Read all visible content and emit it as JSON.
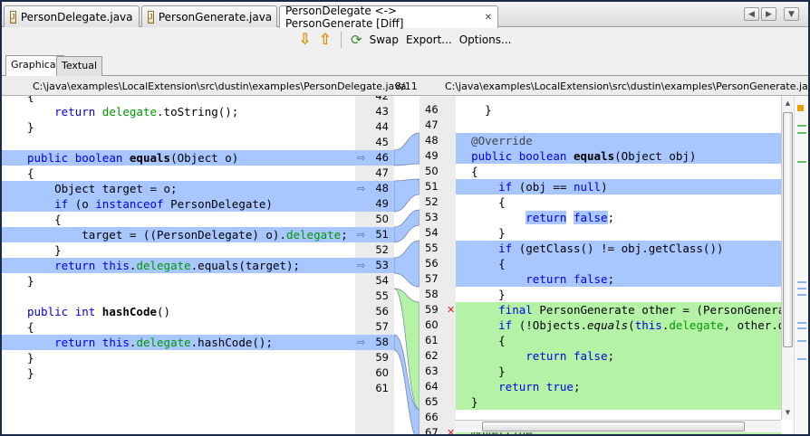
{
  "tabs": [
    {
      "label": "PersonDelegate.java",
      "icon": "java-file-icon",
      "active": false
    },
    {
      "label": "PersonGenerate.java",
      "icon": "java-file-icon",
      "active": false
    },
    {
      "label": "PersonDelegate <-> PersonGenerate [Diff]",
      "icon": "",
      "active": true
    }
  ],
  "toolbar": {
    "prev_icon": "arrow-down-icon",
    "next_icon": "arrow-up-icon",
    "swap_label": "Swap",
    "export_label": "Export...",
    "options_label": "Options..."
  },
  "mode_tabs": {
    "graphical": "Graphical",
    "textual": "Textual"
  },
  "paths": {
    "left": "C:\\java\\examples\\LocalExtension\\src\\dustin\\examples\\PersonDelegate.java",
    "right": "C:\\java\\examples\\LocalExtension\\src\\dustin\\examples\\PersonGenerate.java",
    "counter": "8/11"
  },
  "colors": {
    "changed": "#a8c6ff",
    "added": "#b4f2a6",
    "gutter": "#ececec"
  },
  "left_lines": [
    {
      "n": "42",
      "t": [
        [
          "{",
          ""
        ]
      ],
      "hl": ""
    },
    {
      "n": "43",
      "t": [
        [
          "    ",
          ""
        ],
        [
          "return",
          "kw"
        ],
        [
          " ",
          ""
        ],
        [
          "delegate",
          "fld"
        ],
        [
          ".toString();",
          ""
        ]
      ],
      "hl": ""
    },
    {
      "n": "44",
      "t": [
        [
          "}",
          ""
        ]
      ],
      "hl": ""
    },
    {
      "n": "45",
      "t": [
        [
          "",
          ""
        ]
      ],
      "hl": ""
    },
    {
      "n": "46",
      "t": [
        [
          "public",
          "kw"
        ],
        [
          " ",
          ""
        ],
        [
          "boolean",
          "kw"
        ],
        [
          " ",
          ""
        ],
        [
          "equals",
          "bold"
        ],
        [
          "(Object o)",
          ""
        ]
      ],
      "hl": "changed",
      "mark": true
    },
    {
      "n": "47",
      "t": [
        [
          "{",
          ""
        ]
      ],
      "hl": ""
    },
    {
      "n": "48",
      "t": [
        [
          "    Object target = o;",
          ""
        ]
      ],
      "hl": "changed",
      "mark": true
    },
    {
      "n": "49",
      "t": [
        [
          "    ",
          ""
        ],
        [
          "if",
          "kw"
        ],
        [
          " (o ",
          ""
        ],
        [
          "instanceof",
          "kw"
        ],
        [
          " PersonDelegate)",
          ""
        ]
      ],
      "hl": "changed"
    },
    {
      "n": "50",
      "t": [
        [
          "    {",
          ""
        ]
      ],
      "hl": ""
    },
    {
      "n": "51",
      "t": [
        [
          "        target = ((PersonDelegate) o).",
          ""
        ],
        [
          "delegate",
          "fld"
        ],
        [
          ";",
          ""
        ]
      ],
      "hl": "changed",
      "mark": true
    },
    {
      "n": "52",
      "t": [
        [
          "    }",
          ""
        ]
      ],
      "hl": ""
    },
    {
      "n": "53",
      "t": [
        [
          "    ",
          ""
        ],
        [
          "return",
          "kw"
        ],
        [
          " ",
          ""
        ],
        [
          "this",
          "kw"
        ],
        [
          ".",
          ""
        ],
        [
          "delegate",
          "fld"
        ],
        [
          ".equals(target);",
          ""
        ]
      ],
      "hl": "changed",
      "mark": true
    },
    {
      "n": "54",
      "t": [
        [
          "}",
          ""
        ]
      ],
      "hl": ""
    },
    {
      "n": "55",
      "t": [
        [
          "",
          ""
        ]
      ],
      "hl": ""
    },
    {
      "n": "56",
      "t": [
        [
          "public",
          "kw"
        ],
        [
          " ",
          ""
        ],
        [
          "int",
          "kw"
        ],
        [
          " ",
          ""
        ],
        [
          "hashCode",
          "bold"
        ],
        [
          "()",
          ""
        ]
      ],
      "hl": ""
    },
    {
      "n": "57",
      "t": [
        [
          "{",
          ""
        ]
      ],
      "hl": ""
    },
    {
      "n": "58",
      "t": [
        [
          "    ",
          ""
        ],
        [
          "return",
          "kw"
        ],
        [
          " ",
          ""
        ],
        [
          "this",
          "kw"
        ],
        [
          ".",
          ""
        ],
        [
          "delegate",
          "fld"
        ],
        [
          ".hashCode();",
          ""
        ]
      ],
      "hl": "changed",
      "mark": true
    },
    {
      "n": "59",
      "t": [
        [
          "}",
          ""
        ]
      ],
      "hl": ""
    },
    {
      "n": "60",
      "t": [
        [
          "}",
          ""
        ]
      ],
      "hl": ""
    },
    {
      "n": "61",
      "t": [
        [
          "",
          ""
        ]
      ],
      "hl": ""
    }
  ],
  "right_lines": [
    {
      "n": "46",
      "t": [
        [
          "    }",
          ""
        ]
      ],
      "hl": ""
    },
    {
      "n": "47",
      "t": [
        [
          "",
          ""
        ]
      ],
      "hl": ""
    },
    {
      "n": "48",
      "t": [
        [
          "  @Override",
          "ann"
        ]
      ],
      "hl": "changed"
    },
    {
      "n": "49",
      "t": [
        [
          "  ",
          ""
        ],
        [
          "public",
          "kw"
        ],
        [
          " ",
          ""
        ],
        [
          "boolean",
          "kw"
        ],
        [
          " ",
          ""
        ],
        [
          "equals",
          "bold"
        ],
        [
          "(Object obj)",
          ""
        ]
      ],
      "hl": "changed"
    },
    {
      "n": "50",
      "t": [
        [
          "  {",
          ""
        ]
      ],
      "hl": ""
    },
    {
      "n": "51",
      "t": [
        [
          "      ",
          ""
        ],
        [
          "if",
          "kw"
        ],
        [
          " (obj == ",
          ""
        ],
        [
          "null",
          "kw"
        ],
        [
          ")",
          ""
        ]
      ],
      "hl": "changed"
    },
    {
      "n": "52",
      "t": [
        [
          "      {",
          ""
        ]
      ],
      "hl": ""
    },
    {
      "n": "53",
      "t": [
        [
          "          ",
          ""
        ],
        [
          "return",
          "kw"
        ],
        [
          " ",
          ""
        ],
        [
          "false",
          "kw"
        ],
        [
          ";",
          ""
        ]
      ],
      "hl": "changed-inline"
    },
    {
      "n": "54",
      "t": [
        [
          "      }",
          ""
        ]
      ],
      "hl": ""
    },
    {
      "n": "55",
      "t": [
        [
          "      ",
          ""
        ],
        [
          "if",
          "kw"
        ],
        [
          " (getClass() != obj.getClass())",
          ""
        ]
      ],
      "hl": "changed"
    },
    {
      "n": "56",
      "t": [
        [
          "      {",
          ""
        ]
      ],
      "hl": "changed"
    },
    {
      "n": "57",
      "t": [
        [
          "          ",
          ""
        ],
        [
          "return",
          "kw"
        ],
        [
          " ",
          ""
        ],
        [
          "false",
          "kw"
        ],
        [
          ";",
          ""
        ]
      ],
      "hl": "changed"
    },
    {
      "n": "58",
      "t": [
        [
          "      }",
          ""
        ]
      ],
      "hl": ""
    },
    {
      "n": "59",
      "t": [
        [
          "      ",
          ""
        ],
        [
          "final",
          "kw"
        ],
        [
          " PersonGenerate other = (PersonGenerate) obj;",
          ""
        ]
      ],
      "hl": "added",
      "x": true
    },
    {
      "n": "60",
      "t": [
        [
          "      ",
          ""
        ],
        [
          "if",
          "kw"
        ],
        [
          " (!Objects.",
          ""
        ],
        [
          "equals",
          "it"
        ],
        [
          "(",
          ""
        ],
        [
          "this",
          "kw"
        ],
        [
          ".",
          ""
        ],
        [
          "delegate",
          "fld"
        ],
        [
          ", other.delegate))",
          ""
        ]
      ],
      "hl": "added"
    },
    {
      "n": "61",
      "t": [
        [
          "      {",
          ""
        ]
      ],
      "hl": "added"
    },
    {
      "n": "62",
      "t": [
        [
          "          ",
          ""
        ],
        [
          "return",
          "kw"
        ],
        [
          " ",
          ""
        ],
        [
          "false",
          "kw"
        ],
        [
          ";",
          ""
        ]
      ],
      "hl": "added"
    },
    {
      "n": "63",
      "t": [
        [
          "      }",
          ""
        ]
      ],
      "hl": "added"
    },
    {
      "n": "64",
      "t": [
        [
          "      ",
          ""
        ],
        [
          "return",
          "kw"
        ],
        [
          " ",
          ""
        ],
        [
          "true",
          "kw"
        ],
        [
          ";",
          ""
        ]
      ],
      "hl": "added"
    },
    {
      "n": "65",
      "t": [
        [
          "  }",
          ""
        ]
      ],
      "hl": "added"
    },
    {
      "n": "66",
      "t": [
        [
          "",
          ""
        ]
      ],
      "hl": ""
    },
    {
      "n": "67",
      "t": [
        [
          "  ",
          ""
        ],
        [
          "@Override",
          "ann"
        ]
      ],
      "hl": "added",
      "x": true
    }
  ]
}
